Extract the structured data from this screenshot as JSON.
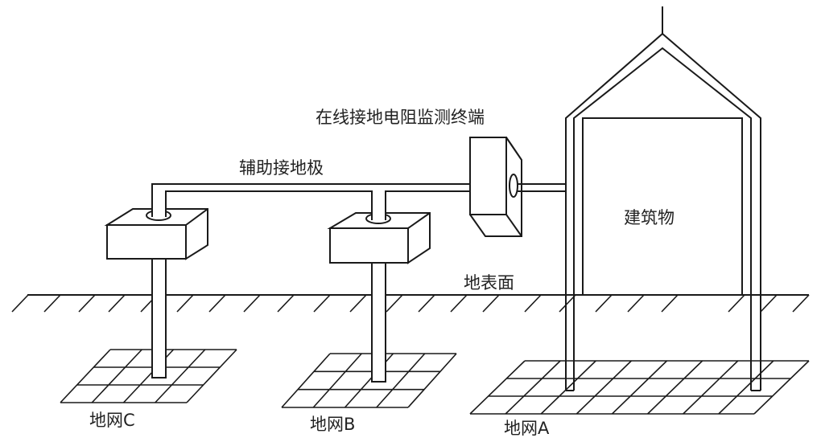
{
  "diagram": {
    "title": "在线接地电阻监测系统示意图",
    "labels": {
      "terminal": "在线接地电阻监测终端",
      "auxiliary_electrode": "辅助接地极",
      "building": "建筑物",
      "ground_surface": "地表面",
      "grid_a": "地网A",
      "grid_b": "地网B",
      "grid_c": "地网C"
    },
    "components": [
      {
        "id": "terminal",
        "type": "monitoring-terminal"
      },
      {
        "id": "box-c",
        "type": "auxiliary-electrode-box",
        "grid": "grid_c"
      },
      {
        "id": "box-b",
        "type": "auxiliary-electrode-box",
        "grid": "grid_b"
      },
      {
        "id": "building",
        "type": "building-with-lightning-rod",
        "grid": "grid_a"
      }
    ],
    "connections": [
      [
        "box-c",
        "terminal"
      ],
      [
        "box-b",
        "terminal"
      ],
      [
        "terminal",
        "building"
      ]
    ],
    "colors": {
      "line": "#1a1a1a",
      "text": "#222222",
      "background": "#ffffff"
    }
  }
}
